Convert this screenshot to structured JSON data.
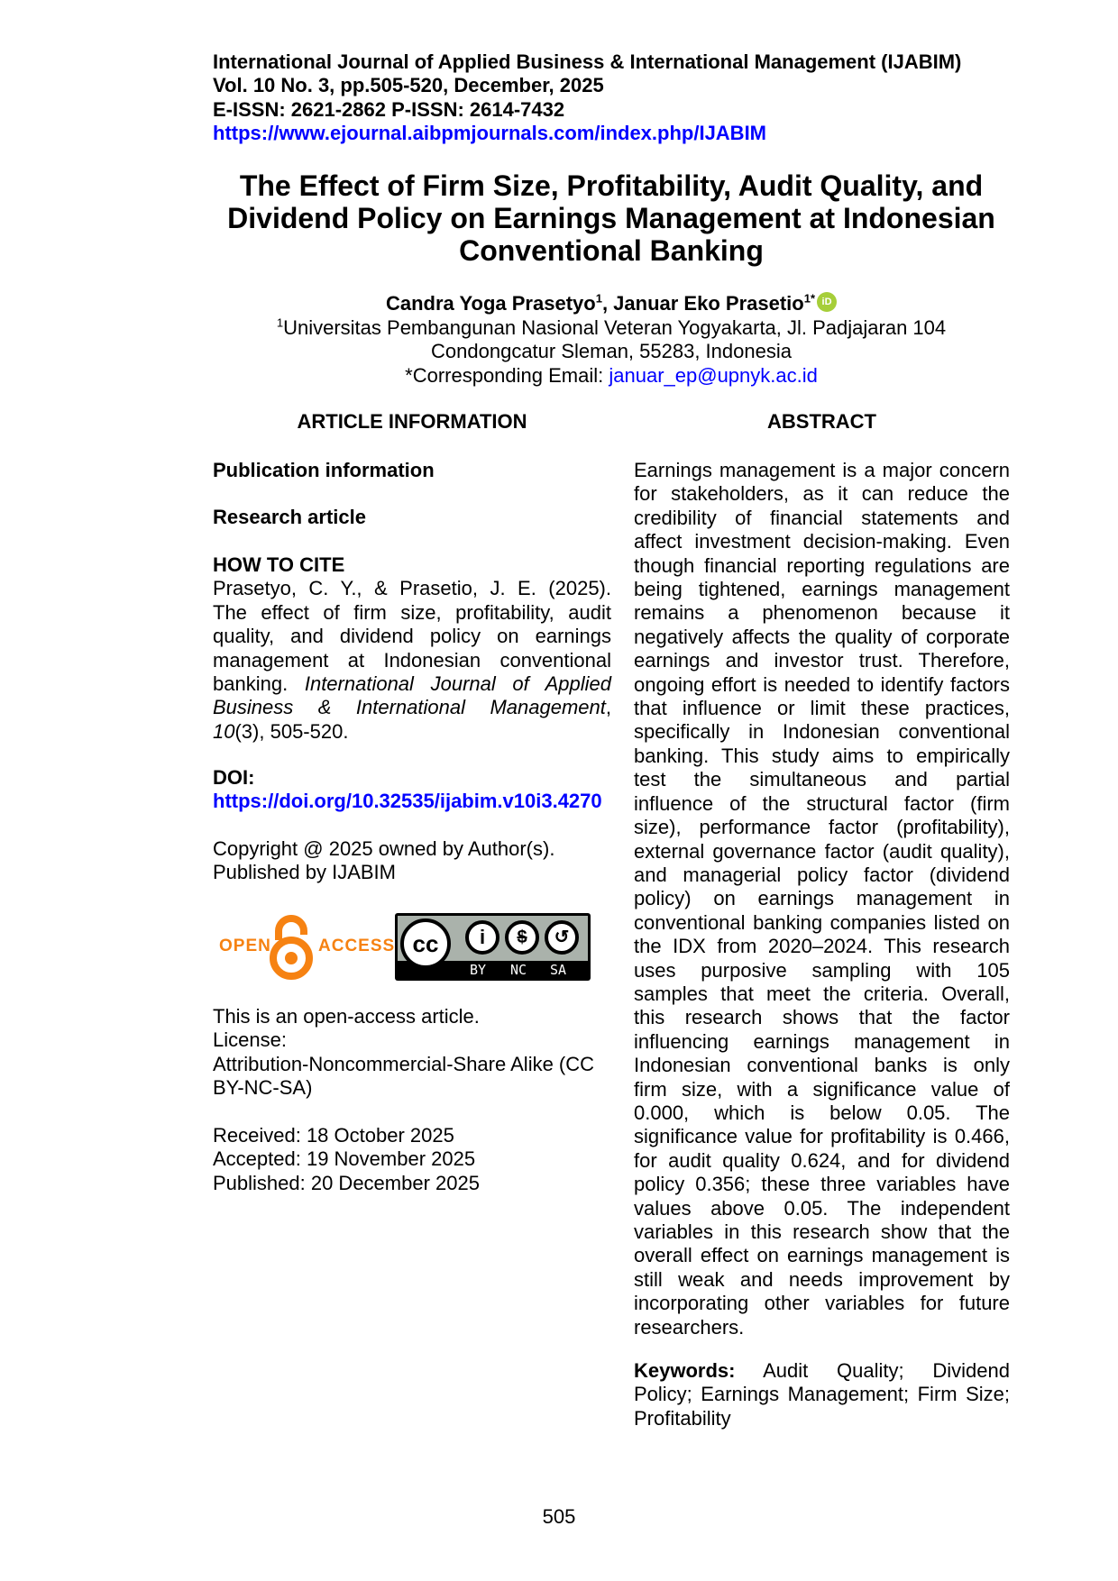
{
  "header": {
    "journal": "International Journal of Applied Business & International Management (IJABIM)",
    "volume": "Vol. 10 No. 3, pp.505-520, December, 2025",
    "issn": "E-ISSN: 2621-2862 P-ISSN: 2614-7432",
    "url": "https://www.ejournal.aibpmjournals.com/index.php/IJABIM"
  },
  "title": [
    "The Effect of Firm Size, Profitability, Audit Quality, and",
    "Dividend Policy on Earnings Management at Indonesian",
    "Conventional Banking"
  ],
  "authors": {
    "a1": "Candra Yoga Prasetyo",
    "a1_sup": "1",
    "sep": ", ",
    "a2": "Januar Eko Prasetio",
    "a2_sup": "1*",
    "orcid": "iD"
  },
  "affiliation": {
    "sup": "1",
    "line1": "Universitas Pembangunan Nasional Veteran Yogyakarta, Jl. Padjajaran 104",
    "line2": "Condongcatur Sleman, 55283, Indonesia",
    "email_label": "*Corresponding Email: ",
    "email": "januar_ep@upnyk.ac.id"
  },
  "left": {
    "heading": "ARTICLE INFORMATION",
    "pub_info": "Publication information",
    "type": "Research article",
    "cite_heading": "HOW TO CITE",
    "cite": {
      "l1": "Prasetyo, C. Y., & Prasetio, J. E. (2025).",
      "l2": "The effect of firm size, profitability, audit",
      "l3": "quality, and dividend policy on earnings",
      "l4": "management at Indonesian conventional",
      "l5a": "banking. ",
      "l5b": "International Journal of Applied",
      "l6": "Business & International Management",
      "l6b": ",",
      "l7a": "10",
      "l7b": "(3), 505-520."
    },
    "doi_label": "DOI:",
    "doi": "https://doi.org/10.32535/ijabim.v10i3.4270",
    "copyright": "Copyright @ 2025 owned by Author(s).",
    "published_by": "Published by IJABIM",
    "logo": {
      "open": "OPEN",
      "access": "ACCESS",
      "by": "BY",
      "nc": "NC",
      "sa": "SA",
      "cc": "cc"
    },
    "oa_text": "This is an open-access article.",
    "license_label": "License:",
    "license1": "Attribution-Noncommercial-Share Alike (CC",
    "license2": "BY-NC-SA)",
    "received": "Received: 18 October 2025",
    "accepted": "Accepted: 19 November 2025",
    "published": "Published: 20 December 2025"
  },
  "abstract": {
    "heading": "ABSTRACT",
    "lines": [
      "Earnings management is a major concern",
      "for stakeholders, as it can reduce the",
      "credibility of financial statements and",
      "affect investment decision-making. Even",
      "though financial reporting regulations are",
      "being tightened, earnings management",
      "remains a phenomenon because it",
      "negatively affects the quality of corporate",
      "earnings and investor trust. Therefore,",
      "ongoing effort is needed to identify factors",
      "that influence or limit these practices,",
      "specifically in Indonesian conventional",
      "banking. This study aims to empirically",
      "test the simultaneous and partial",
      "influence of the structural factor (firm",
      "size), performance factor (profitability),",
      "external governance factor (audit quality),",
      "and managerial policy factor (dividend",
      "policy) on earnings management in",
      "conventional banking companies listed on",
      "the IDX from 2020–2024. This research",
      "uses purposive sampling with 105",
      "samples that meet the criteria. Overall,",
      "this research shows that the factor",
      "influencing earnings management in",
      "Indonesian conventional banks is only",
      "firm size, with a significance value of",
      "0.000, which is below 0.05. The",
      "significance value for profitability is 0.466,",
      "for audit quality 0.624, and for dividend",
      "policy 0.356; these three variables have",
      "values above 0.05. The independent",
      "variables in this research show that the",
      "overall effect on earnings management is",
      "still weak and needs improvement by",
      "incorporating other variables for future",
      "researchers."
    ],
    "keywords_label": "Keywords:",
    "keywords_l1": " Audit Quality; Dividend",
    "keywords_l2": "Policy; Earnings Management; Firm Size;",
    "keywords_l3": "Profitability"
  },
  "page_number": "505"
}
